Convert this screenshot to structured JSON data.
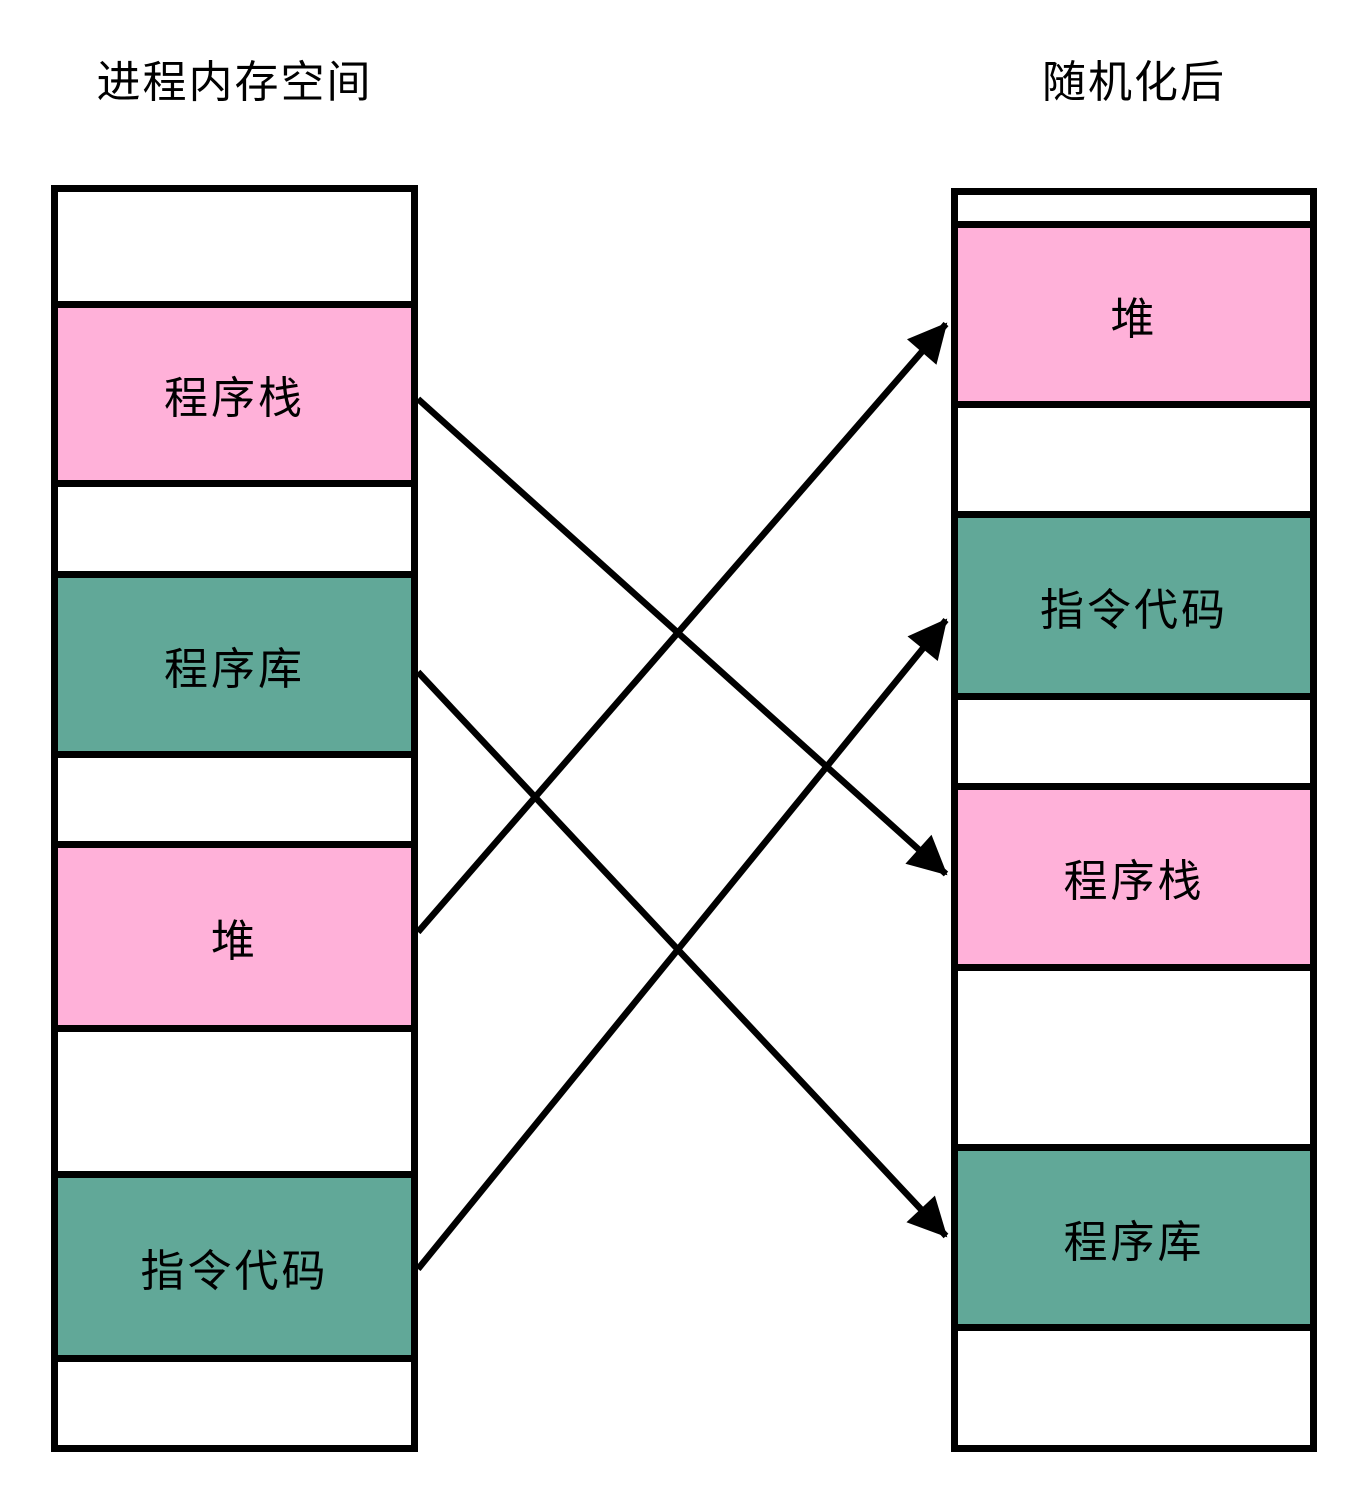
{
  "diagram": {
    "left_column": {
      "title": "进程内存空间",
      "segments": [
        {
          "label": "",
          "color": "white"
        },
        {
          "label": "程序栈",
          "color": "pink"
        },
        {
          "label": "",
          "color": "white"
        },
        {
          "label": "程序库",
          "color": "green"
        },
        {
          "label": "",
          "color": "white"
        },
        {
          "label": "堆",
          "color": "pink"
        },
        {
          "label": "",
          "color": "white"
        },
        {
          "label": "指令代码",
          "color": "green"
        },
        {
          "label": "",
          "color": "white"
        }
      ]
    },
    "right_column": {
      "title": "随机化后",
      "segments": [
        {
          "label": "",
          "color": "white"
        },
        {
          "label": "堆",
          "color": "pink"
        },
        {
          "label": "",
          "color": "white"
        },
        {
          "label": "指令代码",
          "color": "green"
        },
        {
          "label": "",
          "color": "white"
        },
        {
          "label": "程序栈",
          "color": "pink"
        },
        {
          "label": "",
          "color": "white"
        },
        {
          "label": "程序库",
          "color": "green"
        },
        {
          "label": "",
          "color": "white"
        }
      ]
    },
    "arrows": [
      {
        "from": "程序栈",
        "to": "程序栈"
      },
      {
        "from": "程序库",
        "to": "程序库"
      },
      {
        "from": "堆",
        "to": "堆"
      },
      {
        "from": "指令代码",
        "to": "指令代码"
      }
    ],
    "colors": {
      "pink": "#FFB1D9",
      "green": "#61A898",
      "line": "#000000",
      "background": "#FFFFFF"
    }
  }
}
